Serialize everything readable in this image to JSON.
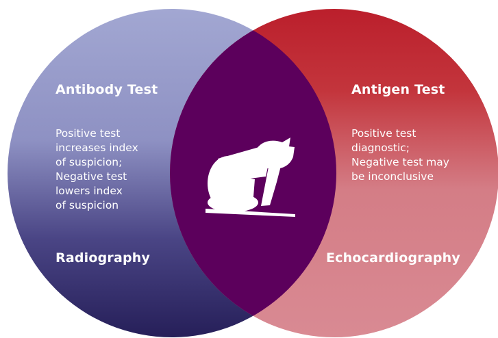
{
  "left_circle": {
    "title": "Antibody Test",
    "lines": [
      "Positive test",
      "increases index",
      "of suspicion;",
      "Negative test",
      "lowers index",
      "of suspicion"
    ],
    "footer": "Radiography",
    "colors": {
      "top": "#a2a7d2",
      "bottom": "#261f59"
    }
  },
  "right_circle": {
    "title": "Antigen Test",
    "lines": [
      "Positive test",
      "diagnostic;",
      "Negative test may",
      "be inconclusive"
    ],
    "footer": "Echocardiography",
    "colors": {
      "top": "#bb1f2c",
      "bottom": "#d98a93"
    }
  },
  "overlap": {
    "color": "#5c005c",
    "icon": "cat-silhouette-icon"
  },
  "text_color": "#ffffff"
}
